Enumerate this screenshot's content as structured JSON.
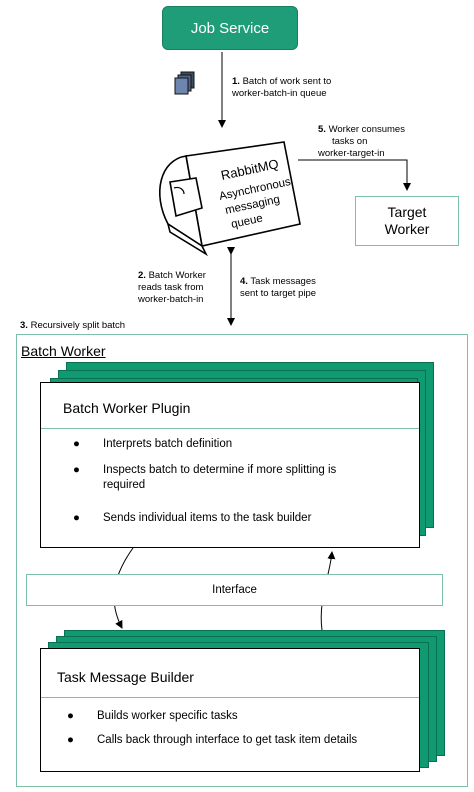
{
  "job_service": {
    "label": "Job Service"
  },
  "rabbitmq": {
    "title": "RabbitMQ",
    "subtitle_lines": [
      "Asynchronous",
      "messaging",
      "queue"
    ]
  },
  "target_worker": {
    "lines": [
      "Target",
      "Worker"
    ]
  },
  "steps": {
    "step1": {
      "number": "1.",
      "lines": [
        "Batch of work sent to",
        "worker-batch-in queue"
      ]
    },
    "step2": {
      "number": "2.",
      "lines": [
        "Batch Worker",
        "reads task from",
        "worker-batch-in"
      ]
    },
    "step3": {
      "number": "3.",
      "text": "Recursively split batch"
    },
    "step4": {
      "number": "4.",
      "lines": [
        "Task messages",
        "sent to target pipe"
      ]
    },
    "step5": {
      "number": "5.",
      "lines": [
        "Worker consumes",
        "tasks on",
        "worker-target-in"
      ]
    }
  },
  "batch_worker": {
    "title": "Batch Worker",
    "plugin": {
      "title": "Batch Worker Plugin",
      "bullets": [
        [
          "Interprets batch definition"
        ],
        [
          "Inspects batch to determine if more splitting is",
          "required"
        ],
        [
          "Sends individual items to the task builder"
        ]
      ]
    },
    "interface": {
      "label": "Interface"
    },
    "builder": {
      "title": "Task Message Builder",
      "bullets": [
        [
          "Builds worker specific tasks"
        ],
        [
          "Calls back through interface to get task item details"
        ]
      ]
    }
  },
  "colors": {
    "accent_green": "#1f9d78",
    "card_green": "#0f9a72",
    "frame_border": "#7cc0a8"
  },
  "bullet_glyph": "●"
}
